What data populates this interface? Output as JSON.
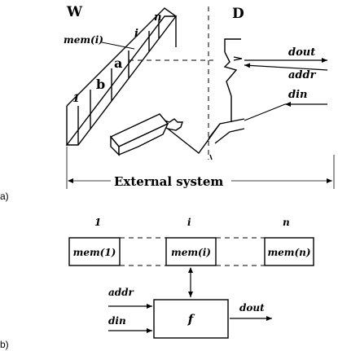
{
  "panel_a": {
    "label": "a)",
    "W": "W",
    "D": "D",
    "mem_i": "mem(i)",
    "idx_1": "1",
    "idx_i": "i",
    "idx_n": "n",
    "cell_a": "a",
    "cell_b": "b",
    "dout": "dout",
    "addr": "addr",
    "din": "din",
    "external": "External system"
  },
  "panel_b": {
    "label": "b)",
    "col_1": "1",
    "col_i": "i",
    "col_n": "n",
    "mem_1": "mem(1)",
    "mem_i": "mem(i)",
    "mem_n": "mem(n)",
    "f": "f",
    "addr": "addr",
    "din": "din",
    "dout": "dout"
  },
  "colors": {
    "ink": "#000000",
    "background": "#ffffff"
  }
}
